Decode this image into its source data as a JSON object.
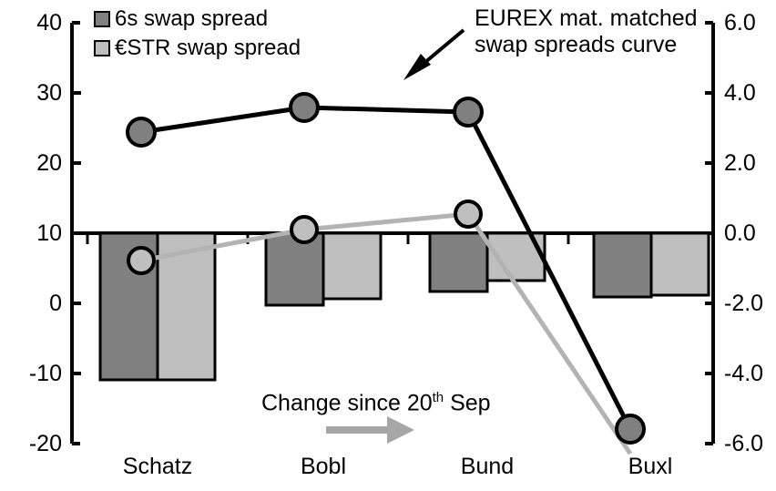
{
  "chart_data": {
    "type": "bar",
    "title": "",
    "xlabel": "",
    "ylabel": "",
    "categories": [
      "Schatz",
      "Bobl",
      "Bund",
      "Buxl"
    ],
    "left_axis": {
      "ticks": [
        "40",
        "30",
        "20",
        "10",
        "0",
        "-10",
        "-20"
      ],
      "tick_values": [
        40,
        30,
        20,
        10,
        0,
        -10,
        -20
      ],
      "ylim": [
        -20,
        40
      ]
    },
    "right_axis": {
      "ticks": [
        "6.0",
        "4.0",
        "2.0",
        "0.0",
        "-2.0",
        "-4.0",
        "-6.0"
      ],
      "tick_values": [
        6.0,
        4.0,
        2.0,
        0.0,
        -2.0,
        -4.0,
        -6.0
      ],
      "ylim": [
        -6.0,
        6.0
      ]
    },
    "zero_line_left_value": 10,
    "grid": false,
    "legend_position": "top-left",
    "series": [
      {
        "name": "6s swap spread",
        "type": "bar",
        "axis": "right",
        "color": "#808080",
        "values_left_axis": [
          -10.4,
          0.0,
          2.0,
          1.0
        ],
        "values": [
          -4.05,
          -1.95,
          -1.6,
          -1.8
        ]
      },
      {
        "name": "€STR swap spread",
        "type": "bar",
        "axis": "right",
        "color": "#bfbfbf",
        "values_left_axis": [
          -10.4,
          0.9,
          3.4,
          1.1
        ],
        "values": [
          -4.05,
          -1.8,
          -1.3,
          -1.75
        ]
      },
      {
        "name": "EUREX mat. matched swap spreads curve",
        "type": "line",
        "axis": "left",
        "color": "#000000",
        "marker_color": "#808080",
        "values": [
          24.5,
          28.0,
          27.3,
          -18.0
        ]
      },
      {
        "name": "Change since 20th Sep",
        "type": "line",
        "axis": "left",
        "color": "#b3b3b3",
        "marker_color": "#bfbfbf",
        "values": [
          6.1,
          10.5,
          12.7,
          -21.5
        ]
      }
    ]
  },
  "legend": {
    "items": [
      {
        "label": "6s swap spread",
        "color": "#808080"
      },
      {
        "label": "€STR swap spread",
        "color": "#bfbfbf"
      }
    ]
  },
  "annotation": {
    "line1": "EUREX mat. matched",
    "line2": "swap spreads curve"
  },
  "change_note": {
    "prefix": "Change since 20",
    "superscript": "th",
    "suffix": " Sep"
  },
  "axis_left": {
    "labels": [
      "40",
      "30",
      "20",
      "10",
      "0",
      "-10",
      "-20"
    ]
  },
  "axis_right": {
    "labels": [
      "6.0",
      "4.0",
      "2.0",
      "0.0",
      "-2.0",
      "-4.0",
      "-6.0"
    ]
  },
  "axis_x": {
    "labels": [
      "Schatz",
      "Bobl",
      "Bund",
      "Buxl"
    ]
  },
  "colors": {
    "bar_dark": "#808080",
    "bar_light": "#bfbfbf",
    "line_black": "#000000",
    "line_gray": "#b3b3b3",
    "axis": "#000000"
  }
}
